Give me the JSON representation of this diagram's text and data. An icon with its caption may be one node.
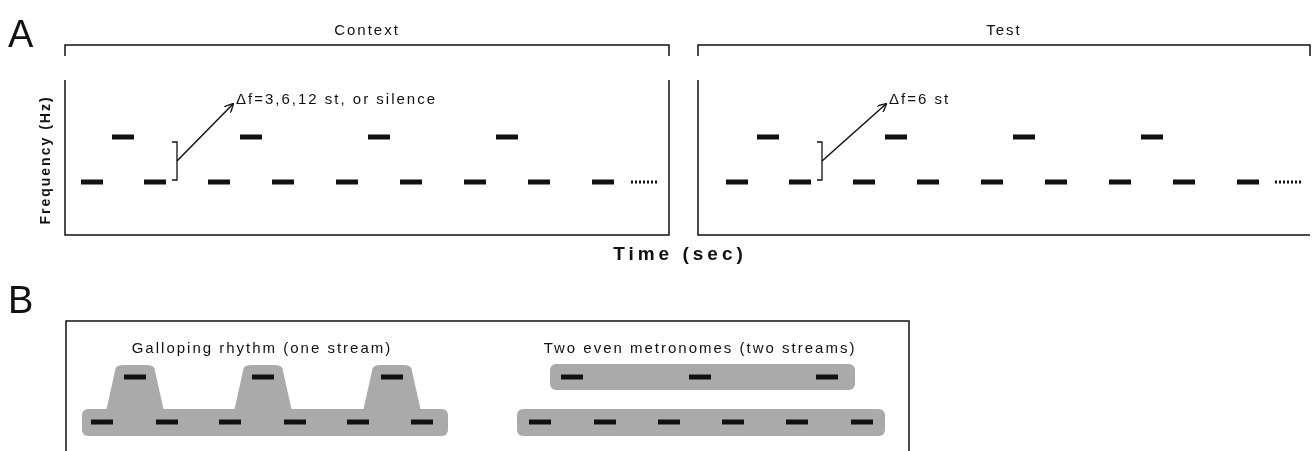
{
  "diagram": {
    "nodes": [
      {
        "text": [
          "Δf=3,6,12 st, or silence"
        ]
      },
      {
        "text": [],
        "shape": "bracket"
      },
      {
        "text": [
          "Δf=6 st"
        ]
      },
      {
        "text": [],
        "shape": "bracket"
      }
    ],
    "edges": [
      {
        "from": 1,
        "to": 0,
        "arrow": "to"
      },
      {
        "from": 3,
        "to": 2,
        "arrow": "to"
      }
    ],
    "labels": [
      "A",
      "Context",
      "Test",
      "Frequency (Hz)",
      "Time (sec)",
      "B",
      "Galloping rhythm (one stream)",
      "Two even metronomes (two streams)"
    ]
  }
}
